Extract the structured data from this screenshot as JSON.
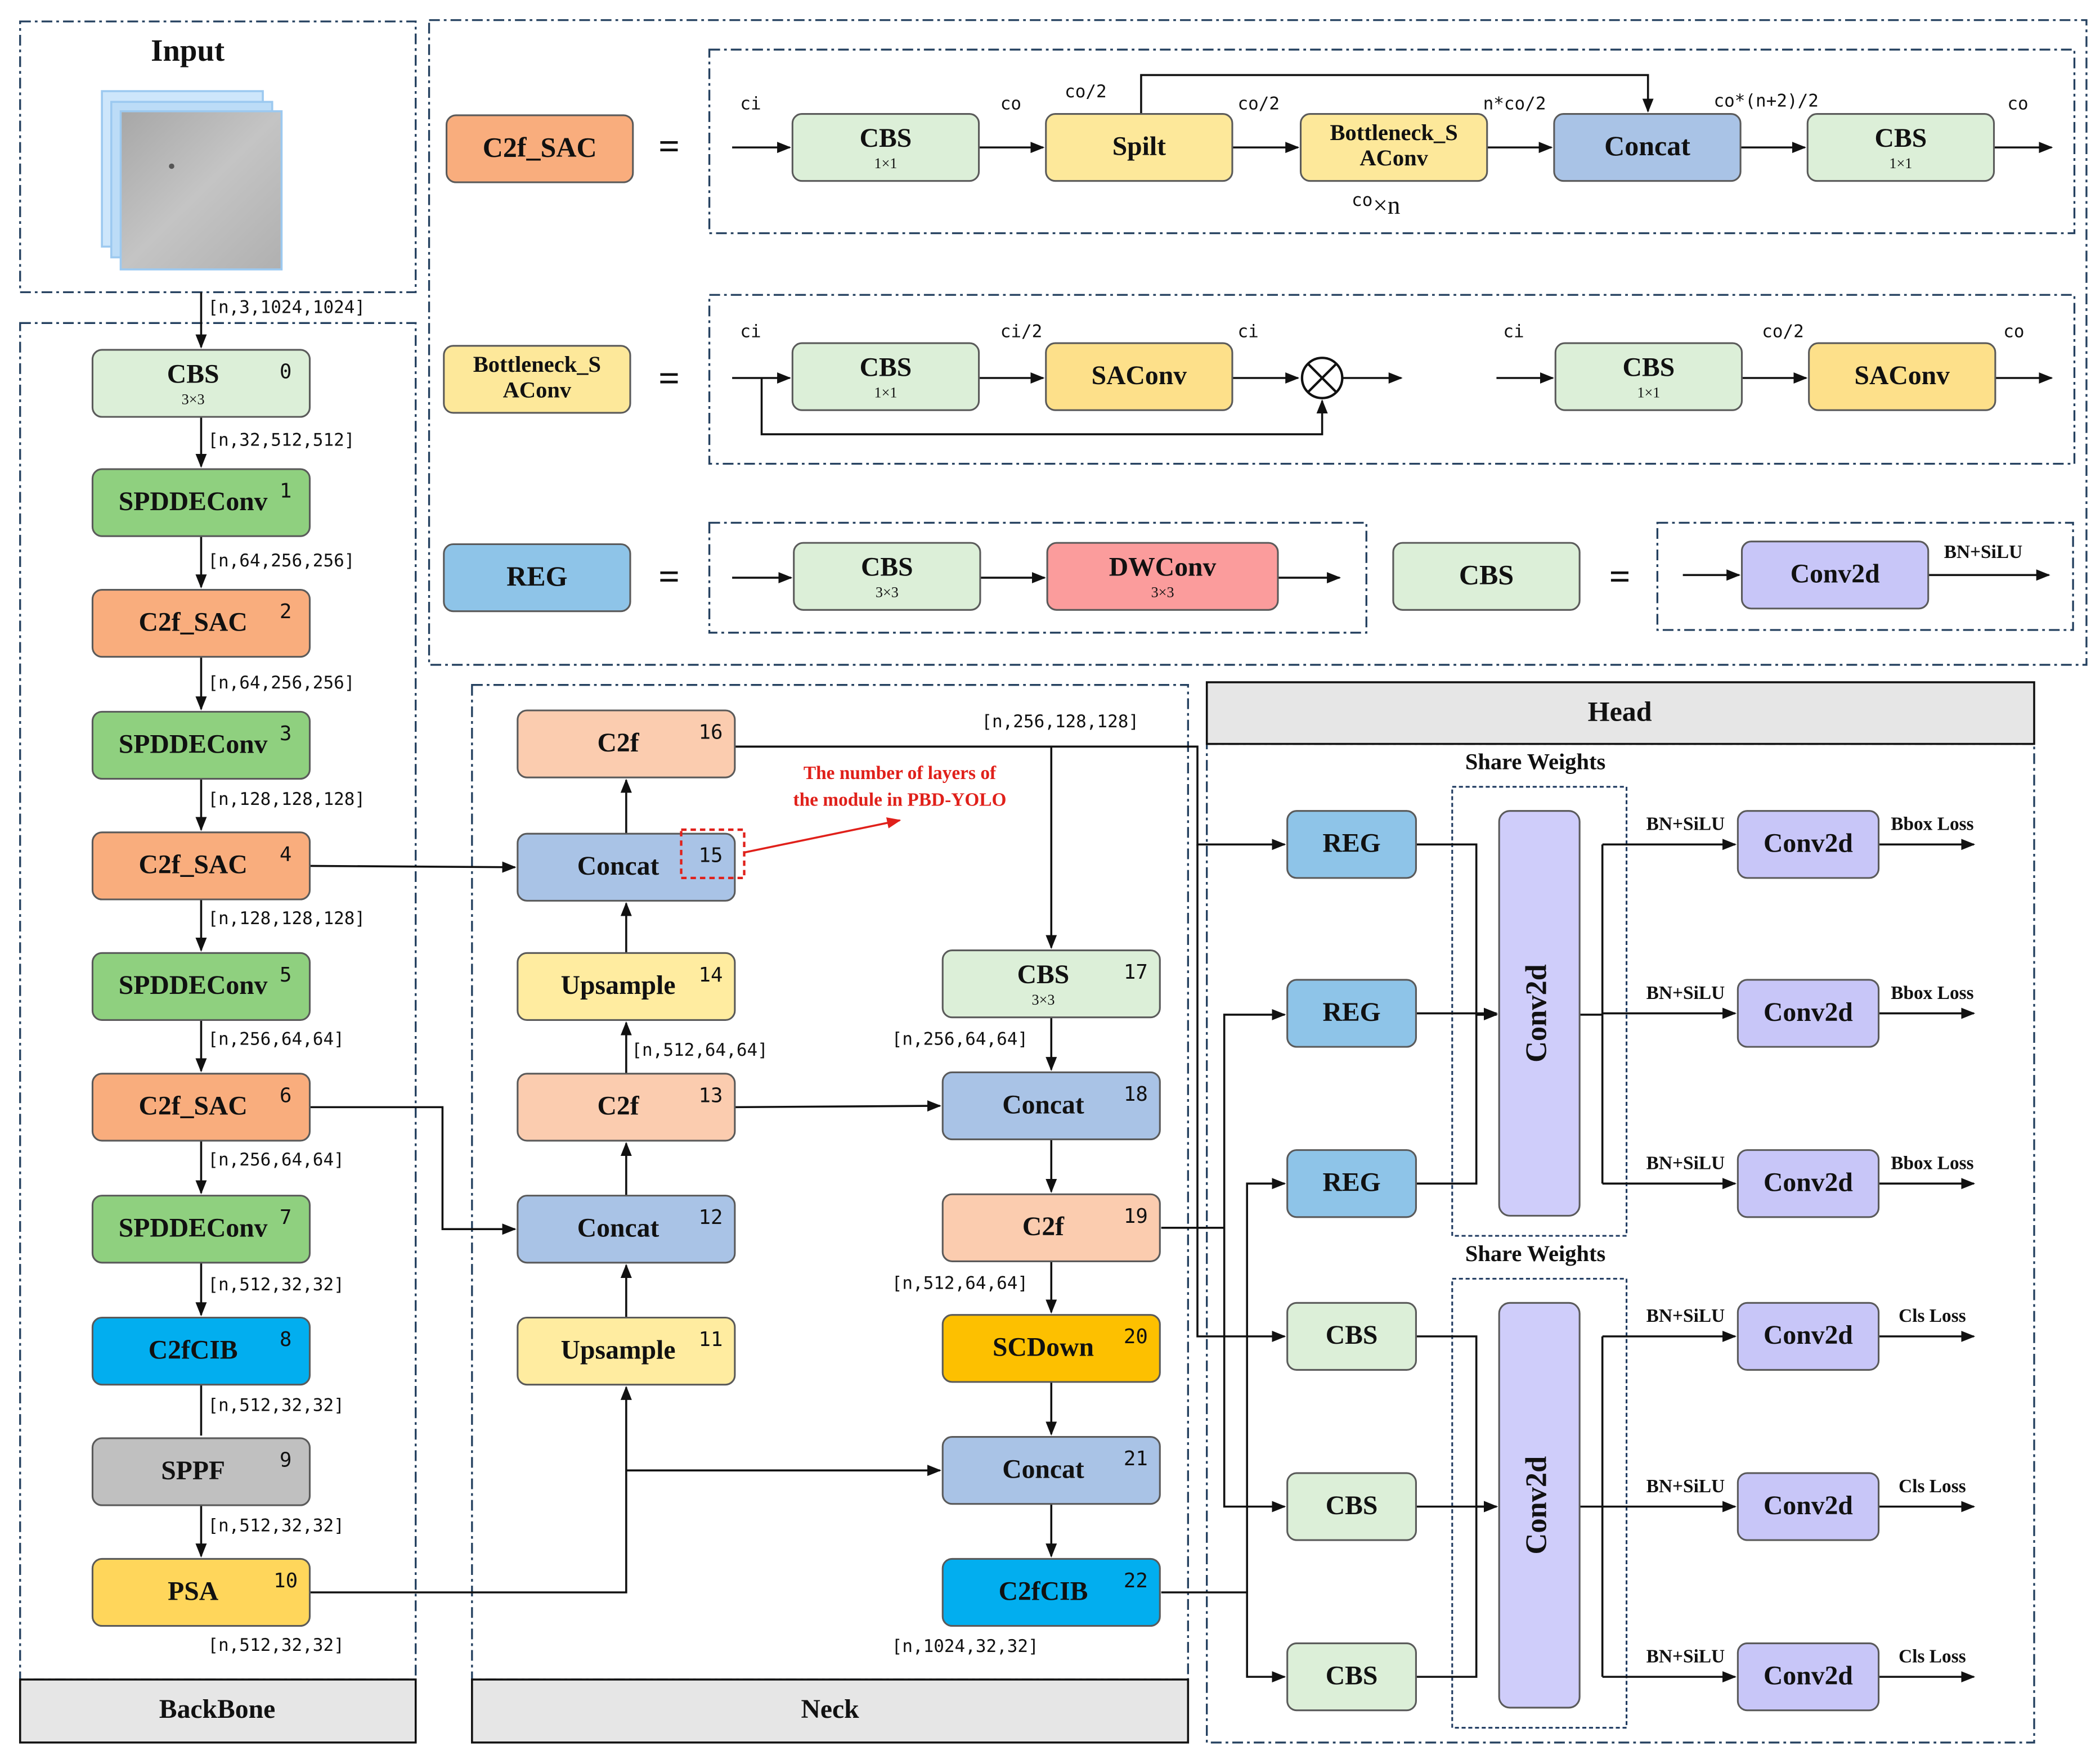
{
  "input": {
    "title": "Input"
  },
  "backbone": {
    "title": "BackBone",
    "nodes": [
      {
        "label": "CBS",
        "sub": "3×3",
        "index": "0"
      },
      {
        "label": "SPDDEConv",
        "index": "1"
      },
      {
        "label": "C2f_SAC",
        "index": "2"
      },
      {
        "label": "SPDDEConv",
        "index": "3"
      },
      {
        "label": "C2f_SAC",
        "index": "4"
      },
      {
        "label": "SPDDEConv",
        "index": "5"
      },
      {
        "label": "C2f_SAC",
        "index": "6"
      },
      {
        "label": "SPDDEConv",
        "index": "7"
      },
      {
        "label": "C2fCIB",
        "index": "8"
      },
      {
        "label": "SPPF",
        "index": "9"
      },
      {
        "label": "PSA",
        "index": "10"
      }
    ],
    "shapes": [
      "[n,3,1024,1024]",
      "[n,32,512,512]",
      "[n,64,256,256]",
      "[n,64,256,256]",
      "[n,128,128,128]",
      "[n,128,128,128]",
      "[n,256,64,64]",
      "[n,256,64,64]",
      "[n,512,32,32]",
      "[n,512,32,32]",
      "[n,512,32,32]",
      "[n,512,32,32]"
    ]
  },
  "neck": {
    "title": "Neck",
    "nodes": [
      {
        "label": "Upsample",
        "index": "11"
      },
      {
        "label": "Concat",
        "index": "12"
      },
      {
        "label": "C2f",
        "index": "13"
      },
      {
        "label": "Upsample",
        "index": "14"
      },
      {
        "label": "Concat",
        "index": "15"
      },
      {
        "label": "C2f",
        "index": "16"
      },
      {
        "label": "CBS",
        "sub": "3×3",
        "index": "17"
      },
      {
        "label": "Concat",
        "index": "18"
      },
      {
        "label": "C2f",
        "index": "19"
      },
      {
        "label": "SCDown",
        "index": "20"
      },
      {
        "label": "Concat",
        "index": "21"
      },
      {
        "label": "C2fCIB",
        "index": "22"
      }
    ],
    "shapes": [
      "[n,512,64,64]",
      "[n,256,128,128]",
      "[n,256,64,64]",
      "[n,512,64,64]",
      "[n,1024,32,32]"
    ],
    "annotation": [
      "The number of layers of",
      "the module in PBD-YOLO"
    ]
  },
  "head": {
    "title": "Head",
    "share_weights": "Share Weights",
    "reg": "REG",
    "cbs": "CBS",
    "shared_conv": "Conv2d",
    "out_conv": "Conv2d",
    "act": "BN+SiLU",
    "bbox_loss": "Bbox Loss",
    "cls_loss": "Cls Loss"
  },
  "legend": {
    "eq": "=",
    "c2f_sac": {
      "name": "C2f_SAC",
      "cbs_in": "CBS",
      "cbs_in_sub": "1×1",
      "split": "Spilt",
      "bottleneck": [
        "Bottleneck_S",
        "AConv"
      ],
      "concat": "Concat",
      "cbs_out": "CBS",
      "cbs_out_sub": "1×1",
      "t_ci": "ci",
      "t_co": "co",
      "t_co2a": "co/2",
      "t_co2b": "co/2",
      "t_nco2": "n*co/2",
      "t_con2": "co*(n+2)/2",
      "t_coout": "co",
      "t_times_co": "co",
      "t_times": "×n"
    },
    "bottleneck": {
      "name": [
        "Bottleneck_S",
        "AConv"
      ],
      "cbs": "CBS",
      "cbs_sub": "1×1",
      "saconv": "SAConv",
      "t_ci": "ci",
      "t_ci2": "ci/2",
      "t_ci3": "ci",
      "alt_cbs": "CBS",
      "alt_cbs_sub": "1×1",
      "alt_saconv": "SAConv",
      "t_alt_ci": "ci",
      "t_alt_co2": "co/2",
      "t_alt_co": "co"
    },
    "reg": {
      "name": "REG",
      "cbs": "CBS",
      "cbs_sub": "3×3",
      "dwconv": "DWConv",
      "dwconv_sub": "3×3"
    },
    "cbs": {
      "name": "CBS",
      "conv": "Conv2d",
      "act": "BN+SiLU"
    }
  }
}
